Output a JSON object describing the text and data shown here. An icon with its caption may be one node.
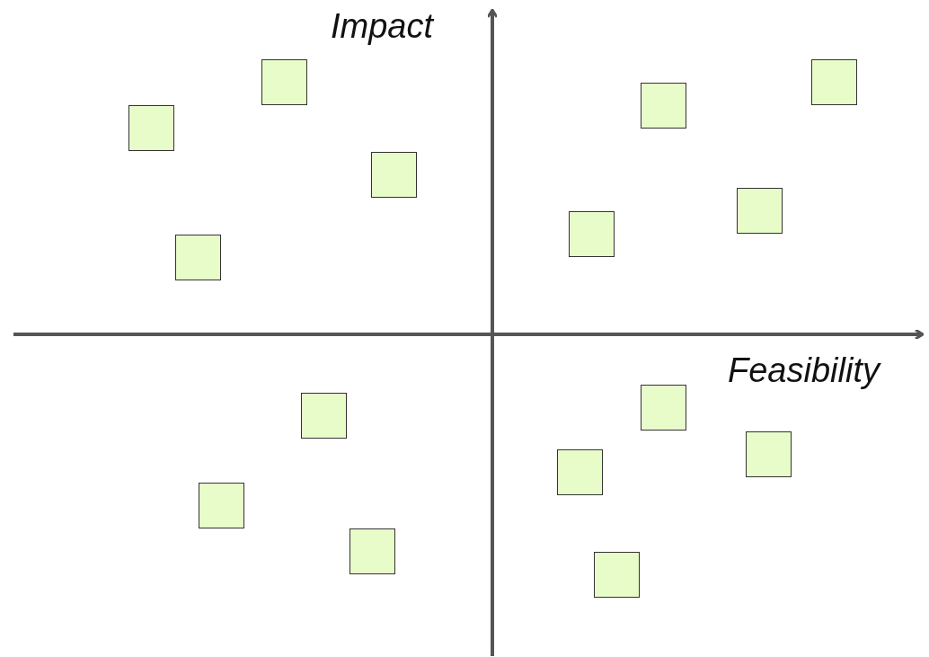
{
  "diagram": {
    "nodes": [
      {
        "text": [],
        "shape": "box"
      },
      {
        "text": [],
        "shape": "box"
      },
      {
        "text": [],
        "shape": "box"
      },
      {
        "text": [],
        "shape": "box"
      },
      {
        "text": [],
        "shape": "box"
      },
      {
        "text": [],
        "shape": "box"
      },
      {
        "text": [],
        "shape": "box"
      },
      {
        "text": [],
        "shape": "box"
      },
      {
        "text": [],
        "shape": "box"
      },
      {
        "text": [],
        "shape": "box"
      },
      {
        "text": [],
        "shape": "box"
      },
      {
        "text": [],
        "shape": "box"
      },
      {
        "text": [],
        "shape": "box"
      },
      {
        "text": [],
        "shape": "box"
      },
      {
        "text": [],
        "shape": "box"
      }
    ],
    "labels": [
      "Impact",
      "Feasibility"
    ]
  }
}
